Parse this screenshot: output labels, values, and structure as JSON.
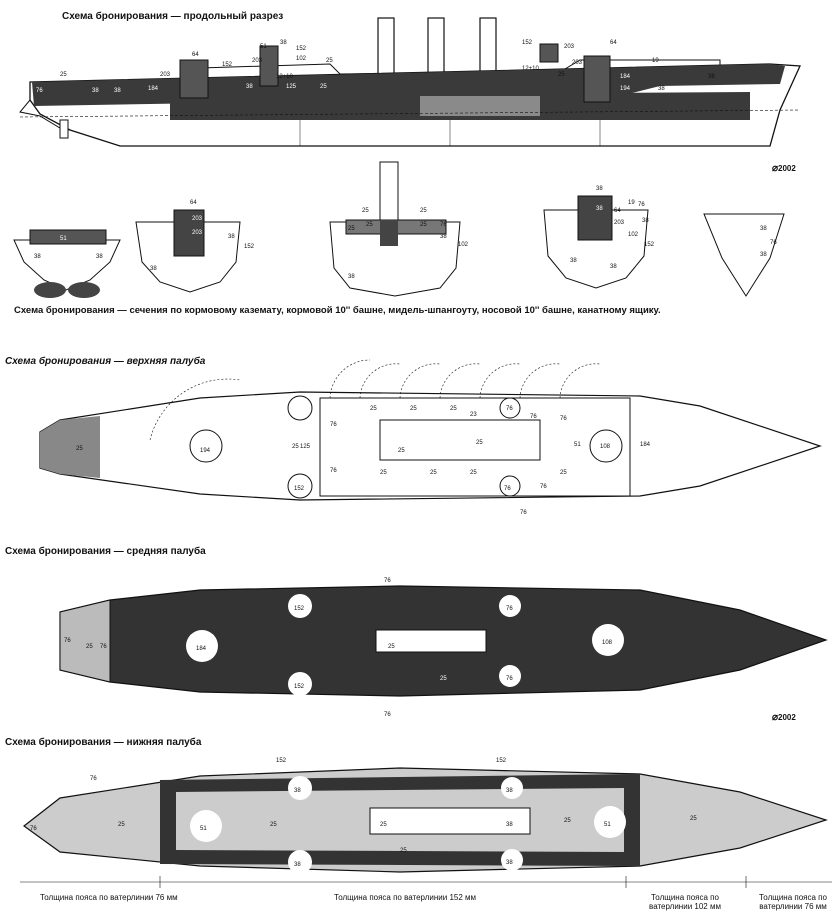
{
  "titles": {
    "longitudinal": "Схема бронирования — продольный разрез",
    "sections": "Схема бронирования — сечения по кормовому каземату, кормовой 10'' башне, мидель-шпангоуту, носовой 10'' башне, канатному ящику.",
    "upper_deck": "Схема бронирования — верхняя палуба",
    "middle_deck": "Схема бронирования — средняя палуба",
    "lower_deck": "Схема бронирования — нижняя палуба"
  },
  "signature": {
    "year_1": "2002",
    "year_2": "2002"
  },
  "armor_labels": {
    "longitudinal": [
      "25",
      "76",
      "38",
      "38",
      "184",
      "203",
      "64",
      "152",
      "51",
      "38",
      "152",
      "203",
      "102",
      "25",
      "125",
      "25",
      "38",
      "152",
      "203",
      "12+10",
      "12+10",
      "64",
      "203",
      "25",
      "184",
      "194",
      "38",
      "38",
      "19"
    ],
    "sections": [
      "51",
      "38",
      "38",
      "64",
      "203",
      "203",
      "152",
      "38",
      "38",
      "25",
      "25",
      "25",
      "25",
      "25",
      "76",
      "38",
      "38",
      "102",
      "38",
      "38",
      "64",
      "203",
      "102",
      "38",
      "76",
      "38",
      "38",
      "152",
      "19",
      "38",
      "76",
      "38"
    ],
    "upper_deck": [
      "25",
      "125",
      "25",
      "76",
      "152",
      "194",
      "25",
      "25",
      "25",
      "23",
      "25",
      "76",
      "51",
      "108",
      "184",
      "76",
      "76",
      "76",
      "76",
      "76",
      "25",
      "25",
      "25",
      "25",
      "76",
      "25"
    ],
    "middle_deck": [
      "76",
      "152",
      "76",
      "184",
      "25",
      "152",
      "76",
      "108",
      "76",
      "25",
      "76",
      "76",
      "25"
    ],
    "lower_deck": [
      "152",
      "38",
      "38",
      "152",
      "51",
      "25",
      "38",
      "25",
      "25",
      "51",
      "38",
      "38",
      "76",
      "25",
      "25",
      "76",
      "25"
    ]
  },
  "belt_legend": [
    {
      "line1": "Толщина пояса по ватерлинии 76 мм",
      "line2": ""
    },
    {
      "line1": "Толщина пояса по ватерлинии 152 мм",
      "line2": ""
    },
    {
      "line1": "Толщина пояса по",
      "line2": "ватерлинии 102 мм"
    },
    {
      "line1": "Толщина пояса по",
      "line2": "ватерлинии 76 мм"
    }
  ]
}
